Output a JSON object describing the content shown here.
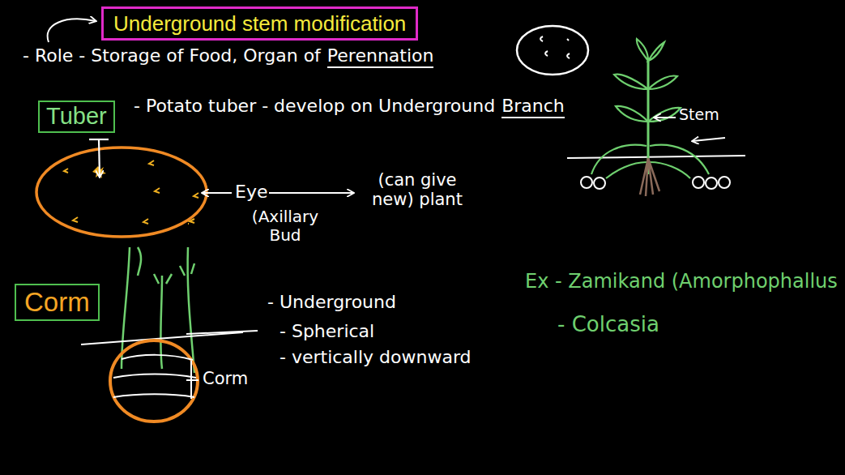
{
  "diagram": {
    "nodes": [
      {
        "text": [
          "Underground stem modification"
        ]
      },
      {
        "text": [
          "Tuber"
        ]
      },
      {
        "text": [
          "Corm"
        ]
      }
    ],
    "labels": [
      "- Role - Storage of Food, Organ of",
      "Perennation",
      "- Potato tuber - develop on Underground",
      "Branch",
      "Stem",
      "Eye",
      "(can give new) plant",
      "(Axillary Bud",
      "- Underground",
      "Corm",
      "- Spherical",
      "- vertically downward",
      "Ex - Zamikand (Amorphophallus",
      "- Colcasia"
    ]
  }
}
